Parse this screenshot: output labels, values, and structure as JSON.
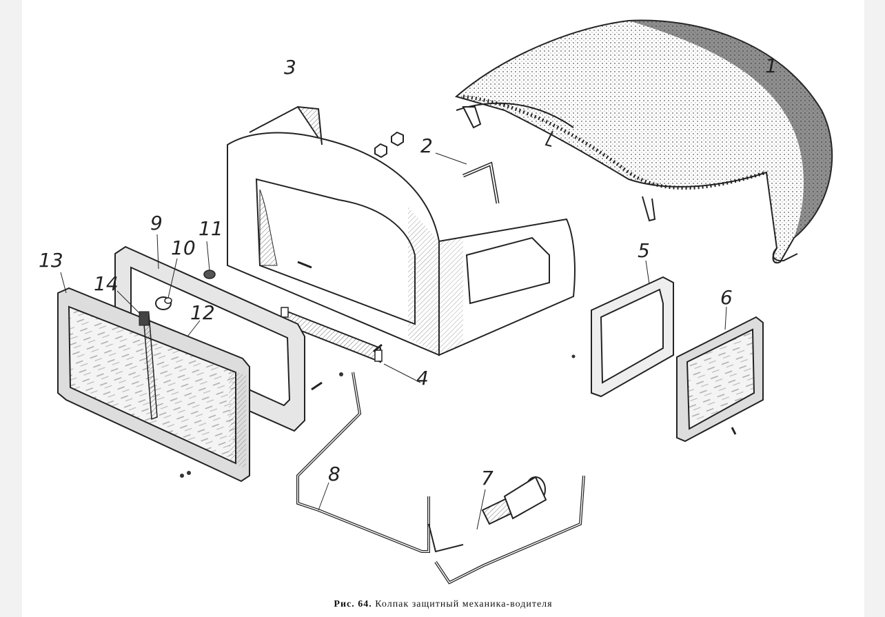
{
  "figure": {
    "caption_prefix": "Рис. 64.",
    "caption_text": "Колпак защитный механика-водителя"
  },
  "parts": [
    {
      "id": "p1",
      "label": "1"
    },
    {
      "id": "p2",
      "label": "2"
    },
    {
      "id": "p3",
      "label": "3"
    },
    {
      "id": "p4",
      "label": "4"
    },
    {
      "id": "p5",
      "label": "5"
    },
    {
      "id": "p6",
      "label": "6"
    },
    {
      "id": "p7",
      "label": "7"
    },
    {
      "id": "p8",
      "label": "8"
    },
    {
      "id": "p9",
      "label": "9"
    },
    {
      "id": "p10",
      "label": "10"
    },
    {
      "id": "p11",
      "label": "11"
    },
    {
      "id": "p12",
      "label": "12"
    },
    {
      "id": "p13",
      "label": "13"
    },
    {
      "id": "p14",
      "label": "14"
    }
  ],
  "colors": {
    "ink": "#222222",
    "paper": "#ffffff",
    "shade": "#c8c8c8"
  }
}
